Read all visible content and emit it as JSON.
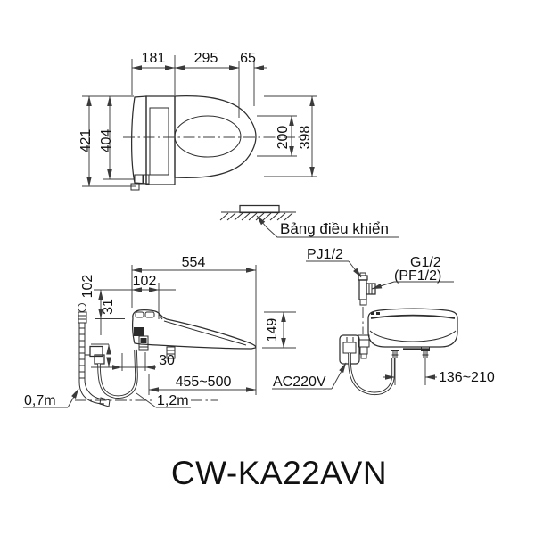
{
  "title": "CW-KA22AVN",
  "top_view": {
    "dim_back_width": "181",
    "dim_mid_width": "295",
    "dim_front_width": "65",
    "dim_total_depth": "421",
    "dim_body_depth": "404",
    "dim_opening_width": "200",
    "dim_lid_width": "398"
  },
  "control_panel": {
    "label": "Bảng điều khiển"
  },
  "side_view": {
    "dim_total_length": "554",
    "dim_back_height": "102",
    "dim_back_depth": "102",
    "dim_lid_thickness": "31",
    "dim_height": "149",
    "dim_offset": "30",
    "dim_bowl_range": "455~500",
    "hose_length": "0,7m",
    "cord_length": "1,2m"
  },
  "front_view": {
    "water_supply": "PJ1/2",
    "thread_type": "G1/2",
    "thread_type_alt": "(PF1/2)",
    "power": "AC220V",
    "dim_bolt_pitch": "136~210"
  }
}
